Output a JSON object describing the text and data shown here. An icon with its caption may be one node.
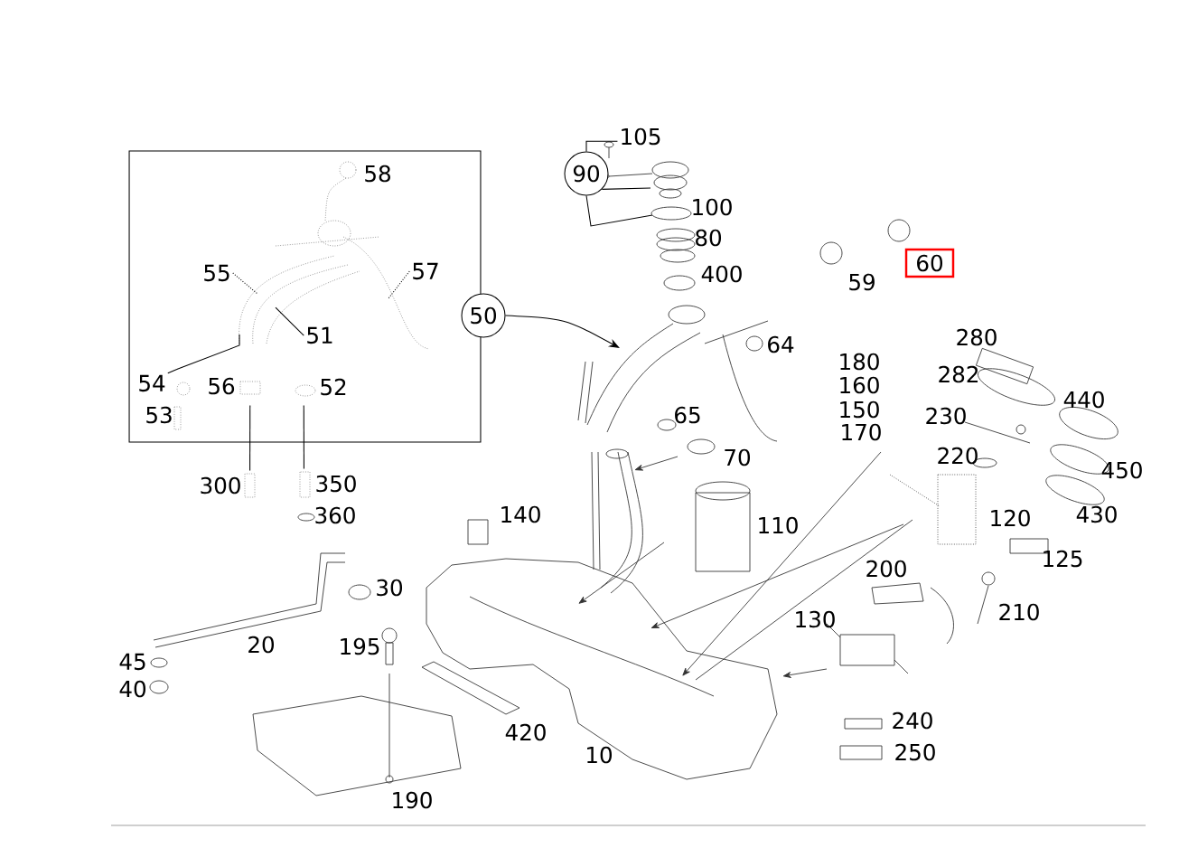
{
  "diagram": {
    "nodes": [
      {
        "text": [],
        "shape": "box"
      },
      {
        "text": [
          "50"
        ]
      },
      {
        "text": [
          "90"
        ]
      },
      {
        "text": [
          "56"
        ],
        "in": 0
      },
      {
        "text": [
          "300"
        ]
      },
      {
        "text": [
          "52"
        ],
        "in": 0
      },
      {
        "text": [
          "350"
        ]
      },
      {
        "text": [
          "54"
        ],
        "in": 0
      },
      {
        "text": [
          "55"
        ],
        "in": 0
      },
      {
        "text": [
          "57"
        ],
        "in": 0
      },
      {
        "text": [
          "51"
        ],
        "in": 0
      },
      {
        "text": [
          "60"
        ]
      },
      {
        "text": [
          "105"
        ]
      }
    ],
    "edges": [
      {
        "from": 2,
        "to": 12,
        "arrow": "none"
      },
      {
        "from": 2,
        "to": null,
        "arrow": "none"
      },
      {
        "from": 2,
        "to": null,
        "arrow": "none"
      },
      {
        "from": 1,
        "to": null,
        "arrow": "to"
      },
      {
        "from": 3,
        "to": 4,
        "arrow": "none"
      },
      {
        "from": 5,
        "to": 6,
        "arrow": "none"
      },
      {
        "from": 7,
        "to": null,
        "arrow": "none"
      },
      {
        "from": 8,
        "to": null,
        "arrow": "none",
        "style": "dashed"
      },
      {
        "from": 9,
        "to": null,
        "arrow": "none",
        "style": "dashed"
      },
      {
        "from": 10,
        "to": null,
        "arrow": "none"
      }
    ],
    "labels": [
      "58",
      "100",
      "80",
      "400",
      "59",
      "64",
      "53",
      "65",
      "70",
      "180",
      "160",
      "150",
      "170",
      "280",
      "282",
      "440",
      "230",
      "220",
      "450",
      "120",
      "430",
      "125",
      "360",
      "140",
      "110",
      "30",
      "200",
      "210",
      "20",
      "130",
      "195",
      "45",
      "40",
      "240",
      "420",
      "10",
      "250",
      "190"
    ]
  }
}
